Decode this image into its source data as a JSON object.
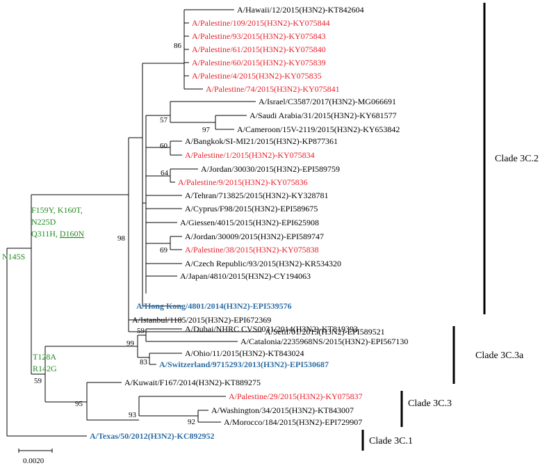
{
  "colors": {
    "black": "#000000",
    "palestine": "#e8202a",
    "reference": "#2e6da4",
    "mutation": "#1f8a1f"
  },
  "leaves": [
    {
      "id": "hawaii",
      "label": "A/Hawaii/12/2015(H3N2)-KT842604",
      "color": "black",
      "bold": false
    },
    {
      "id": "pal109",
      "label": "A/Palestine/109/2015(H3N2)-KY075844",
      "color": "palestine",
      "bold": false
    },
    {
      "id": "pal93",
      "label": "A/Palestine/93/2015(H3N2)-KY075843",
      "color": "palestine",
      "bold": false
    },
    {
      "id": "pal61",
      "label": "A/Palestine/61/2015(H3N2)-KY075840",
      "color": "palestine",
      "bold": false
    },
    {
      "id": "pal60",
      "label": "A/Palestine/60/2015(H3N2)-KY075839",
      "color": "palestine",
      "bold": false
    },
    {
      "id": "pal4",
      "label": "A/Palestine/4/2015(H3N2)-KY075835",
      "color": "palestine",
      "bold": false
    },
    {
      "id": "pal74",
      "label": "A/Palestine/74/2015(H3N2)-KY075841",
      "color": "palestine",
      "bold": false
    },
    {
      "id": "israel",
      "label": "A/Israel/C3587/2017(H3N2)-MG066691",
      "color": "black",
      "bold": false
    },
    {
      "id": "saudi",
      "label": "A/Saudi Arabia/31/2015(H3N2)-KY681577",
      "color": "black",
      "bold": false
    },
    {
      "id": "cameroon",
      "label": "A/Cameroon/15V-2119/2015(H3N2)-KY653842",
      "color": "black",
      "bold": false
    },
    {
      "id": "bangkok",
      "label": "A/Bangkok/SI-MI21/2015(H3N2)-KP877361",
      "color": "black",
      "bold": false
    },
    {
      "id": "pal1",
      "label": "A/Palestine/1/2015(H3N2)-KY075834",
      "color": "palestine",
      "bold": false
    },
    {
      "id": "jordan30030",
      "label": "A/Jordan/30030/2015(H3N2)-EPI589759",
      "color": "black",
      "bold": false
    },
    {
      "id": "pal9",
      "label": "A/Palestine/9/2015(H3N2)-KY075836",
      "color": "palestine",
      "bold": false
    },
    {
      "id": "tehran",
      "label": "A/Tehran/713825/2015(H3N2)-KY328781",
      "color": "black",
      "bold": false
    },
    {
      "id": "cyprus",
      "label": "A/Cyprus/F98/2015(H3N2)-EPI589675",
      "color": "black",
      "bold": false
    },
    {
      "id": "giessen",
      "label": "A/Giessen/4015/2015(H3N2)-EPI625908",
      "color": "black",
      "bold": false
    },
    {
      "id": "jordan30009",
      "label": "A/Jordan/30009/2015(H3N2)-EPI589747",
      "color": "black",
      "bold": false
    },
    {
      "id": "pal38",
      "label": "A/Palestine/38/2015(H3N2)-KY075838",
      "color": "palestine",
      "bold": false
    },
    {
      "id": "czech",
      "label": "A/Czech Republic/93/2015(H3N2)-KR534320",
      "color": "black",
      "bold": false
    },
    {
      "id": "japan",
      "label": "A/Japan/4810/2015(H3N2)-CY194063",
      "color": "black",
      "bold": false
    },
    {
      "id": "hongkong",
      "label": "A/Hong Kong/4801/2014(H3N2)-EPI539576",
      "color": "reference",
      "bold": true
    },
    {
      "id": "istanbul",
      "label": "A/Istanbul/1185/2015(H3N2)-EPI672369",
      "color": "black",
      "bold": false
    },
    {
      "id": "setif",
      "label": "A/Setif/01/2015(H3N2)-EPI589521",
      "color": "black",
      "bold": false
    },
    {
      "id": "dubai",
      "label": "A/Dubai/NHRC CVS0031/2014(H3N2)-KT819393",
      "color": "black",
      "bold": false
    },
    {
      "id": "catalonia",
      "label": "A/Catalonia/2235968NS/2015(H3N2)-EPI567130",
      "color": "black",
      "bold": false
    },
    {
      "id": "ohio",
      "label": "A/Ohio/11/2015(H3N2)-KT843024",
      "color": "black",
      "bold": false
    },
    {
      "id": "switzerland",
      "label": "A/Switzerland/9715293/2013(H3N2)-EPI530687",
      "color": "reference",
      "bold": true
    },
    {
      "id": "kuwait",
      "label": "A/Kuwait/F167/2014(H3N2)-KT889275",
      "color": "black",
      "bold": false
    },
    {
      "id": "pal29",
      "label": "A/Palestine/29/2015(H3N2)-KY075837",
      "color": "palestine",
      "bold": false
    },
    {
      "id": "washington",
      "label": "A/Washington/34/2015(H3N2)-KT843007",
      "color": "black",
      "bold": false
    },
    {
      "id": "morocco",
      "label": "A/Morocco/184/2015(H3N2)-EPI729907",
      "color": "black",
      "bold": false
    },
    {
      "id": "texas",
      "label": "A/Texas/50/2012(H3N2)-KC892952",
      "color": "reference",
      "bold": true
    }
  ],
  "bootstrap": {
    "b86": "86",
    "b57": "57",
    "b97": "97",
    "b60": "60",
    "b64": "64",
    "b69": "69",
    "b98": "98",
    "b59a": "59",
    "b99": "99",
    "b83": "83",
    "b59b": "59",
    "b95": "95",
    "b93": "93",
    "b92": "92"
  },
  "mutations": {
    "m1": "F159Y, K160T,",
    "m2": "N225D",
    "m3_prefix": "Q311H, ",
    "m3_underlined": "D160N",
    "n145s": "N145S",
    "t128a": "T128A",
    "r142g": "R142G"
  },
  "clades": {
    "c32": "Clade 3C.2",
    "c33a": "Clade 3C.3a",
    "c33": "Clade 3C.3",
    "c31": "Clade 3C.1"
  },
  "scale_bar": "0.0020"
}
